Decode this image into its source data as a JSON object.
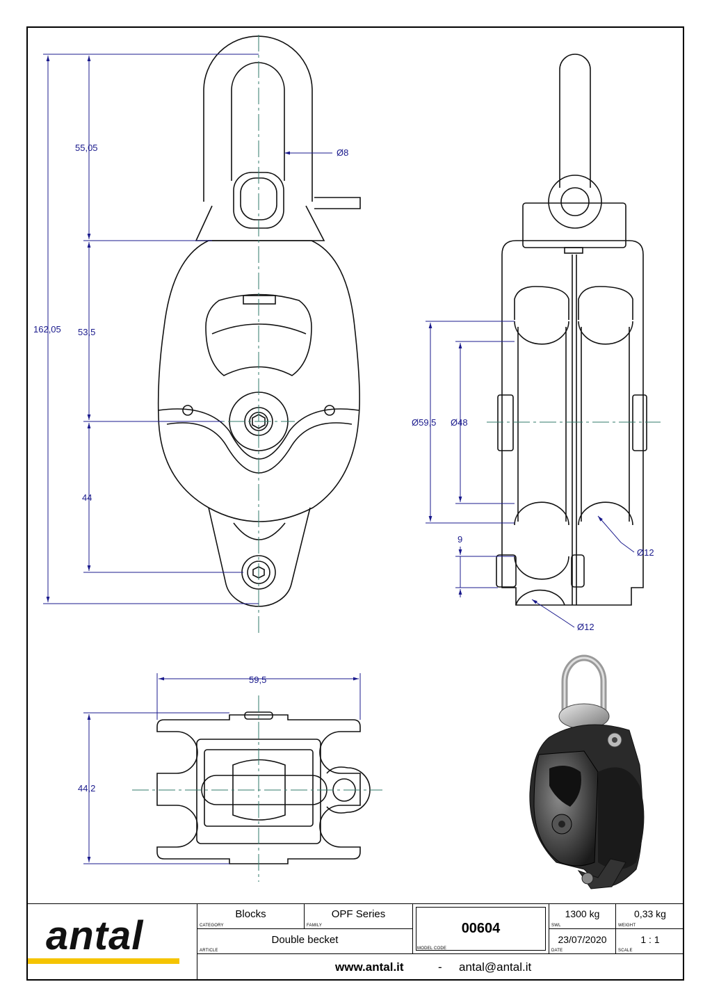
{
  "dimensions": {
    "d_overall": "162,05",
    "d_top": "55,05",
    "d_mid": "53,5",
    "d_low": "44",
    "d_pin": "Ø8",
    "d_sheave_outer": "Ø59,5",
    "d_sheave_inner": "Ø48",
    "d_rope_1": "Ø12",
    "d_rope_2": "Ø12",
    "d_becket": "9",
    "d_width": "59,5",
    "d_depth": "44,2"
  },
  "title_block": {
    "brand": "antal",
    "category_value": "Blocks",
    "category_key": "CATEGORY",
    "family_value": "OPF Series",
    "family_key": "FAMILY",
    "article_value": "Double becket",
    "article_key": "ARTICLE",
    "model_code": "00604",
    "model_code_key": "MODEL CODE",
    "swl_value": "1300 kg",
    "swl_key": "SWL",
    "weight_value": "0,33 kg",
    "weight_key": "WEIGHT",
    "date_value": "23/07/2020",
    "date_key": "DATE",
    "scale_value": "1 : 1",
    "scale_key": "SCALE",
    "website": "www.antal.it",
    "separator": "-",
    "email": "antal@antal.it"
  },
  "colors": {
    "dimension": "#1a1a8c",
    "centerline": "#2f7a6a",
    "accent": "#f5c400"
  }
}
